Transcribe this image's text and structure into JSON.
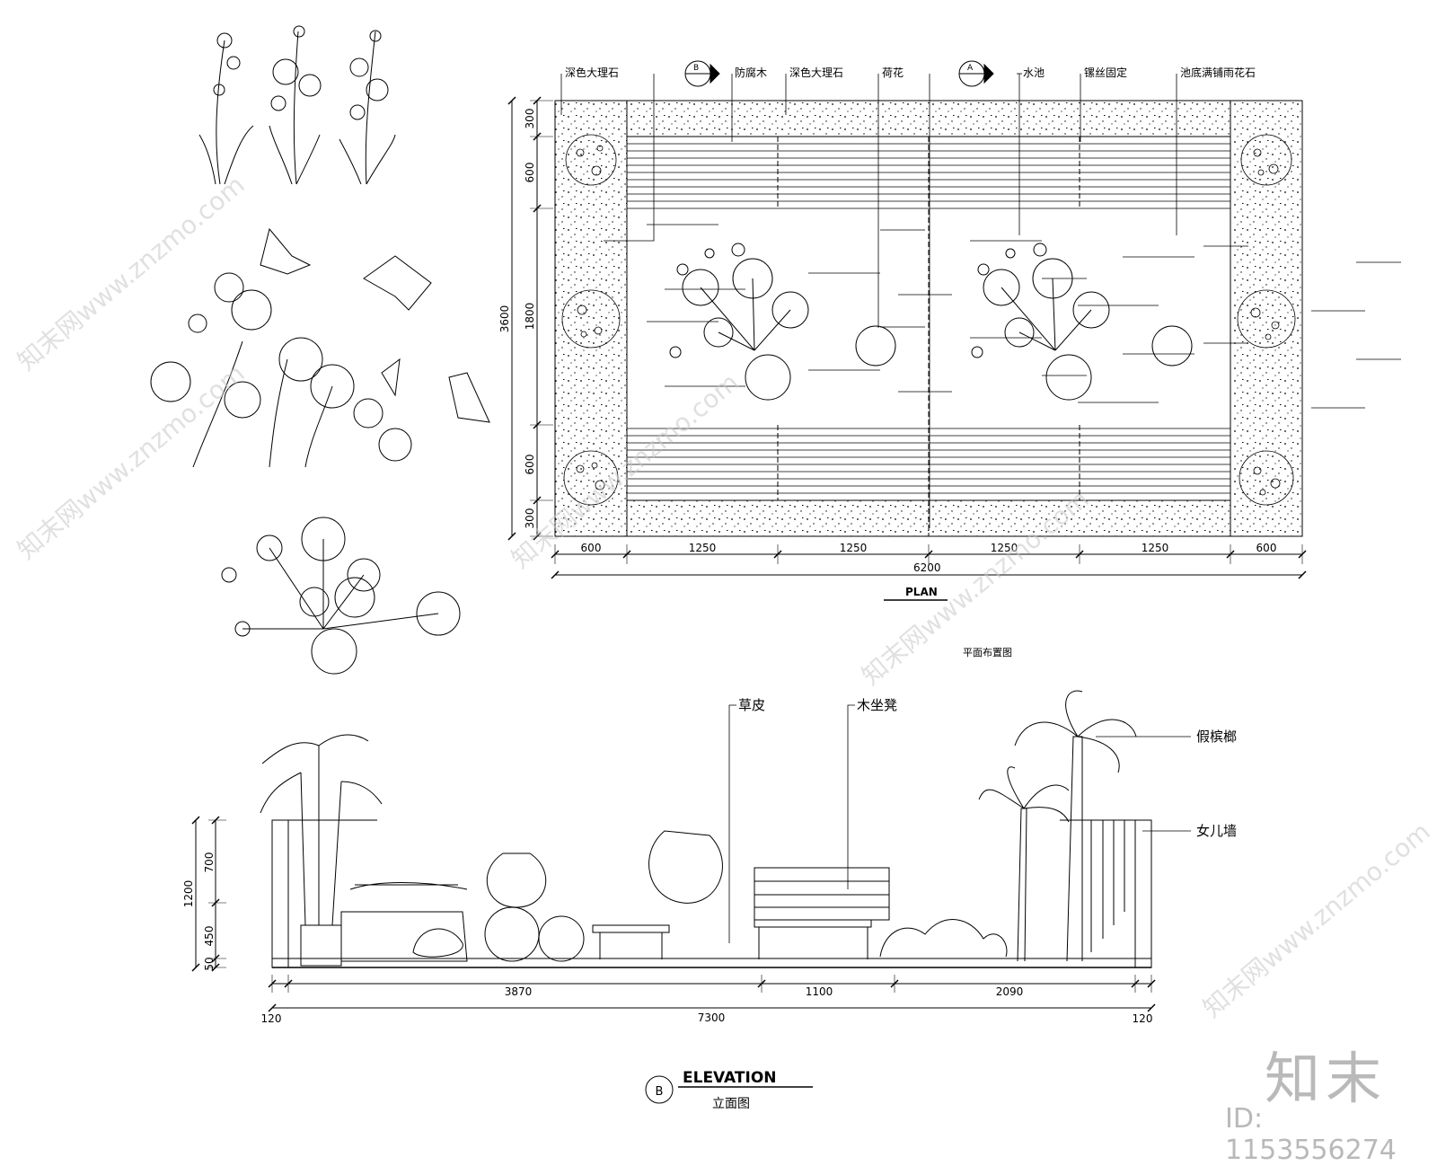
{
  "plan": {
    "callouts": {
      "dark_marble_1": "深色大理石",
      "preserved_wood": "防腐木",
      "dark_marble_2": "深色大理石",
      "lotus": "荷花",
      "pool": "水池",
      "screw_fixed": "镙丝固定",
      "pebble_bottom": "池底满铺雨花石"
    },
    "section_marks": {
      "b": "B",
      "a": "A"
    },
    "vertical_dims": [
      "300",
      "600",
      "1800",
      "600",
      "300"
    ],
    "total_height": "3600",
    "horizontal_dims": [
      "600",
      "1250",
      "1250",
      "1250",
      "1250",
      "600"
    ],
    "total_width": "6200",
    "title": "PLAN",
    "subtitle": "平面布置图"
  },
  "elevation": {
    "callouts": {
      "lawn": "草皮",
      "bench": "木坐凳",
      "palm": "假槟榔",
      "parapet": "女儿墙"
    },
    "vertical_dims": [
      "700",
      "450",
      "50"
    ],
    "total_height": "1200",
    "horizontal_dims": [
      "3870",
      "1100",
      "2090"
    ],
    "edge_dims": [
      "120",
      "120"
    ],
    "total_width": "7300",
    "mark": "B",
    "title": "ELEVATION",
    "subtitle": "立面图"
  },
  "watermark": {
    "text": "知末网www.znzmo.com",
    "brand": "知末",
    "id": "ID: 1153556274"
  }
}
